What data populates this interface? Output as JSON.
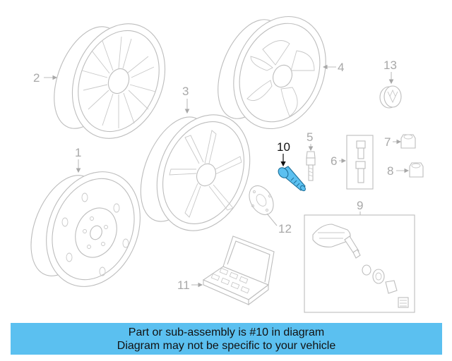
{
  "callouts": {
    "c1": "1",
    "c2": "2",
    "c3": "3",
    "c4": "4",
    "c5": "5",
    "c6": "6",
    "c7": "7",
    "c8": "8",
    "c9": "9",
    "c10": "10",
    "c11": "11",
    "c12": "12",
    "c13": "13"
  },
  "highlighted_part": "10",
  "colors": {
    "highlight": "#5bc0f0",
    "line": "#bdbdbd",
    "label": "#a8a8a8",
    "banner_bg": "#5bc0f0"
  },
  "banner": {
    "line1": "Part or sub-assembly is #10 in diagram",
    "line2": "Diagram may not be specific to your vehicle"
  }
}
